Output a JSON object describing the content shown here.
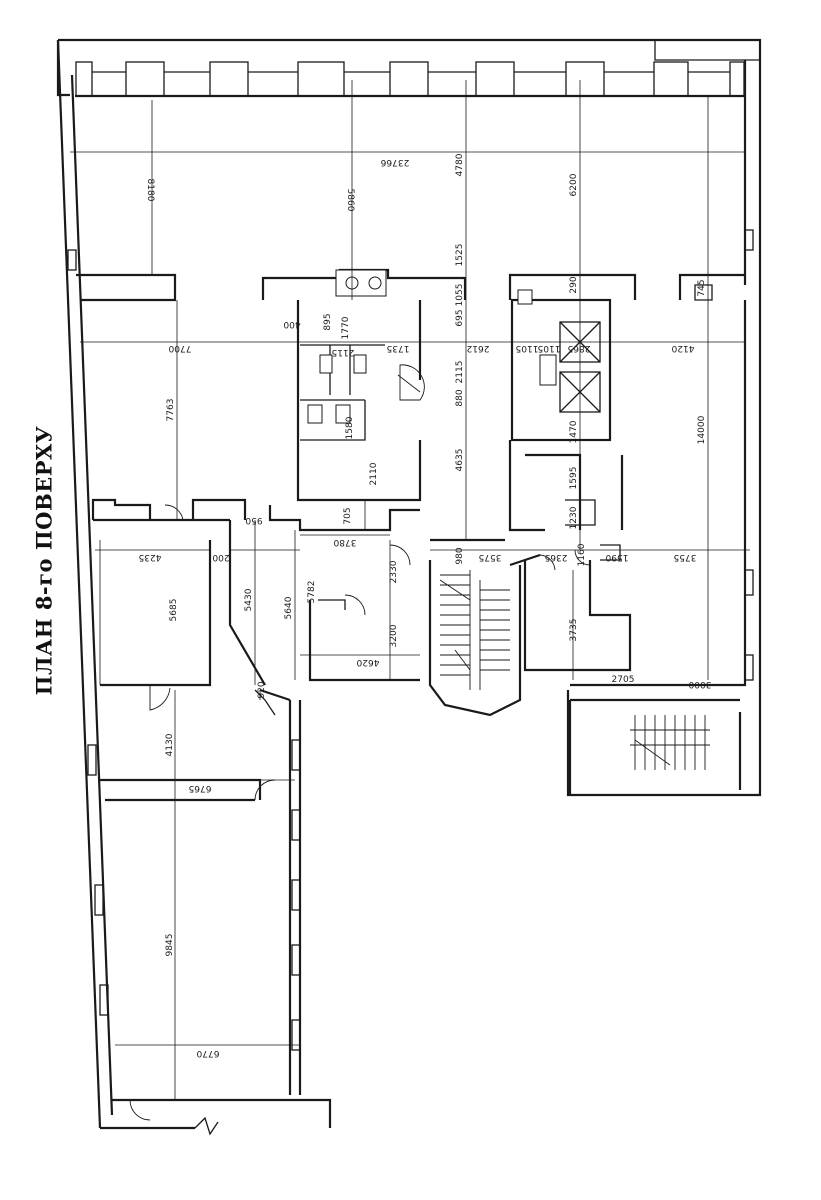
{
  "plan": {
    "title": "ПЛАН 8-го ПОВЕРХУ",
    "dimensions": {
      "d_23766": "23766",
      "d_8180": "8180",
      "d_5860": "5860",
      "d_4780": "4780",
      "d_6200": "6200",
      "d_1525": "1525",
      "d_290": "290",
      "d_745": "745",
      "d_1055": "1055",
      "d_895": "895",
      "d_1770": "1770",
      "d_695": "695",
      "d_400": "400",
      "d_7700": "7700",
      "d_2115a": "2115",
      "d_1735": "1735",
      "d_2612": "2612",
      "d_1105": "1105",
      "d_1105b": "1105",
      "d_2865": "2865",
      "d_4120": "4120",
      "d_7763": "7763",
      "d_2115b": "2115",
      "d_880": "880",
      "d_1470": "1470",
      "d_14000": "14000",
      "d_1580": "1580",
      "d_4635": "4635",
      "d_2110": "2110",
      "d_1595": "1595",
      "d_1230": "1230",
      "d_705": "705",
      "d_950": "950",
      "d_3780": "3780",
      "d_4235": "4235",
      "d_200": "200",
      "d_980": "980",
      "d_3575": "3575",
      "d_2365": "2365",
      "d_1160": "1160",
      "d_1590": "1590",
      "d_3755": "3755",
      "d_2330": "2330",
      "d_5782": "5782",
      "d_5685": "5685",
      "d_5430": "5430",
      "d_5640": "5640",
      "d_3200": "3200",
      "d_3735": "3735",
      "d_4620": "4620",
      "d_920": "920",
      "d_2705": "2705",
      "d_3000": "3000",
      "d_4130": "4130",
      "d_6765": "6765",
      "d_9845": "9845",
      "d_6770": "6770"
    }
  }
}
